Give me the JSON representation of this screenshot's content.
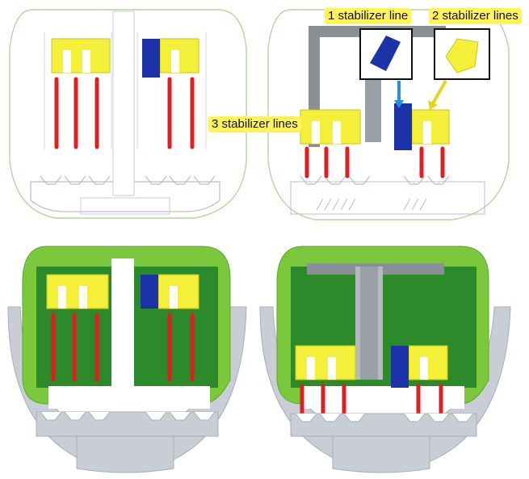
{
  "labels": {
    "one_stabilizer": "1 stabilizer line",
    "two_stabilizer": "2 stabilizer lines",
    "three_stabilizer": "3 stabilizer lines"
  },
  "panels": [
    {
      "name": "top-left",
      "style": "outline",
      "variant": "plain"
    },
    {
      "name": "top-right",
      "style": "outline",
      "variant": "stabilized"
    },
    {
      "name": "bottom-left",
      "style": "shaded",
      "variant": "plain"
    },
    {
      "name": "bottom-right",
      "style": "shaded",
      "variant": "stabilized"
    }
  ],
  "colors": {
    "red_line": "#e02020",
    "yellow_part": "#f4f03a",
    "blue_part": "#1c32a8",
    "green_frame": "#7cc83c",
    "green_dark": "#2d8a2a",
    "gray_part": "#8a8f96",
    "light_gray": "#c9ced6",
    "callout_bg": "#fff35a"
  }
}
